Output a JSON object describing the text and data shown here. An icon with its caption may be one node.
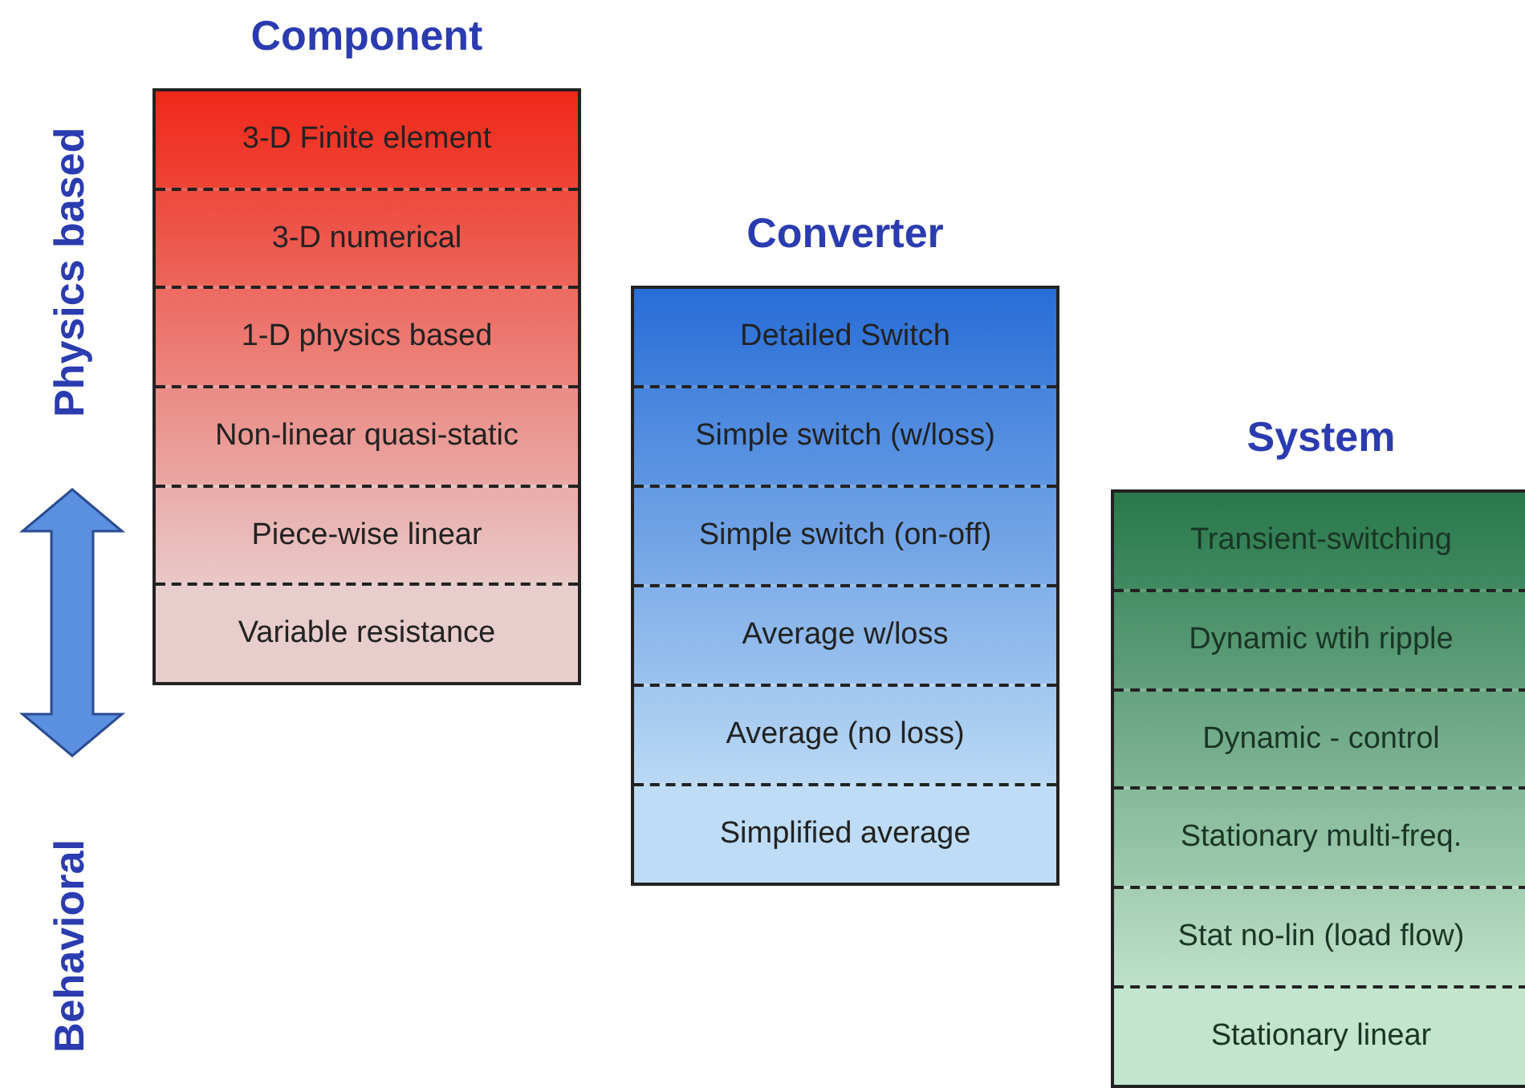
{
  "diagram": {
    "nodes": [
      {
        "text": [
          "Component"
        ]
      },
      {
        "text": [
          "3-D Finite element"
        ],
        "in": 0
      },
      {
        "text": [
          "3-D numerical"
        ],
        "in": 0
      },
      {
        "text": [
          "1-D physics based"
        ],
        "in": 0
      },
      {
        "text": [
          "Non-linear quasi-static"
        ],
        "in": 0
      },
      {
        "text": [
          "Piece-wise linear"
        ],
        "in": 0
      },
      {
        "text": [
          "Variable resistance"
        ],
        "in": 0
      },
      {
        "text": [
          "Converter"
        ]
      },
      {
        "text": [
          "Detailed Switch"
        ],
        "in": 7
      },
      {
        "text": [
          "Simple switch (w/loss)"
        ],
        "in": 7
      },
      {
        "text": [
          "Simple switch (on-off)"
        ],
        "in": 7
      },
      {
        "text": [
          "Average w/loss"
        ],
        "in": 7
      },
      {
        "text": [
          "Average (no loss)"
        ],
        "in": 7
      },
      {
        "text": [
          "Simplified  average"
        ],
        "in": 7
      },
      {
        "text": [
          "System"
        ]
      },
      {
        "text": [
          "Transient-switching"
        ],
        "in": 14
      },
      {
        "text": [
          "Dynamic wtih ripple"
        ],
        "in": 14
      },
      {
        "text": [
          "Dynamic - control"
        ],
        "in": 14
      },
      {
        "text": [
          "Stationary multi-freq."
        ],
        "in": 14
      },
      {
        "text": [
          "Stat no-lin (load flow)"
        ],
        "in": 14
      },
      {
        "text": [
          "Stationary linear"
        ],
        "in": 14
      }
    ],
    "edges": [],
    "labels": [
      "Physics based",
      "Behavioral"
    ]
  }
}
